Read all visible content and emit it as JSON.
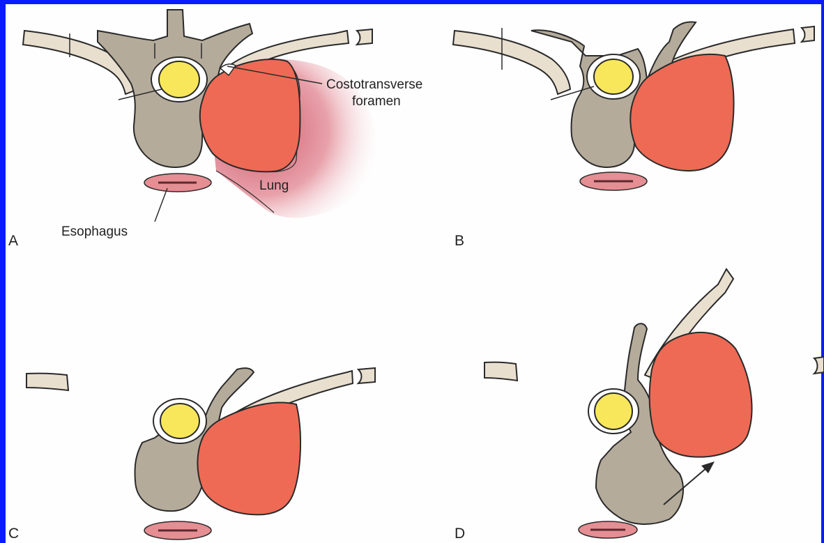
{
  "colors": {
    "frame": "#0a1cff",
    "panel": "#fefefe",
    "bone": "#b4ab9b",
    "rib": "#e9dfcf",
    "cord": "#f8e75a",
    "tumor": "#ee6a55",
    "lung": "#e59aa4",
    "esophagus": "#e58e93",
    "outline": "#2a2a2a"
  },
  "panels": {
    "a": {
      "letter": "A"
    },
    "b": {
      "letter": "B"
    },
    "c": {
      "letter": "C"
    },
    "d": {
      "letter": "D"
    }
  },
  "labels": {
    "costotransverse_line1": "Costotransverse",
    "costotransverse_line2": "foramen",
    "lung": "Lung",
    "esophagus": "Esophagus"
  }
}
